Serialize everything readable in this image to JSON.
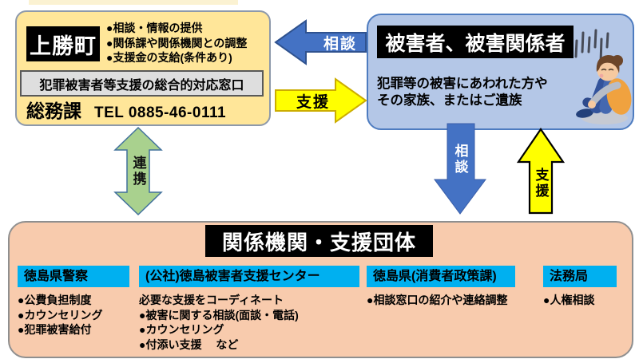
{
  "colors": {
    "town_panel_fill": "#FFE699",
    "victim_panel_fill": "#B4C7E7",
    "orgs_panel_fill": "#F8CBAD",
    "org_header_fill": "#00B0F0",
    "arrow_blue": "#4472C4",
    "arrow_yellow": "#FFFF00",
    "arrow_green": "#A9D18E",
    "title_box_fill": "#000000"
  },
  "town_panel": {
    "name": "上勝町",
    "bullets": [
      "●相談・情報の提供",
      "●関係課や関係機関との調整",
      "●支援金の支給(条件あり)"
    ],
    "window_label": "犯罪被害者等支援の総合的対応窓口",
    "department": "総務課",
    "phone": "TEL 0885-46-0111"
  },
  "victim_panel": {
    "title": "被害者、被害関係者",
    "description": [
      "犯罪等の被害にあわれた方や",
      "その家族、またはご遺族"
    ]
  },
  "arrows": {
    "consult_to_town": "相談",
    "support_to_victim": "支援",
    "cooperation": "連携",
    "consult_to_orgs": "相談",
    "support_from_orgs": "支援"
  },
  "orgs_panel": {
    "title": "関係機関・支援団体",
    "organizations": [
      {
        "name": "徳島県警察",
        "items": [
          "●公費負担制度",
          "●カウンセリング",
          "●犯罪被害給付"
        ]
      },
      {
        "name": "(公社)徳島被害者支援センター",
        "items": [
          "必要な支援をコーディネート",
          "●被害に関する相談(面談・電話)",
          "●カウンセリング",
          "●付添い支援　 など"
        ]
      },
      {
        "name": "徳島県(消費者政策課)",
        "items": [
          "●相談窓口の紹介や連絡調整"
        ]
      },
      {
        "name": "法務局",
        "items": [
          "●人権相談"
        ]
      }
    ]
  }
}
